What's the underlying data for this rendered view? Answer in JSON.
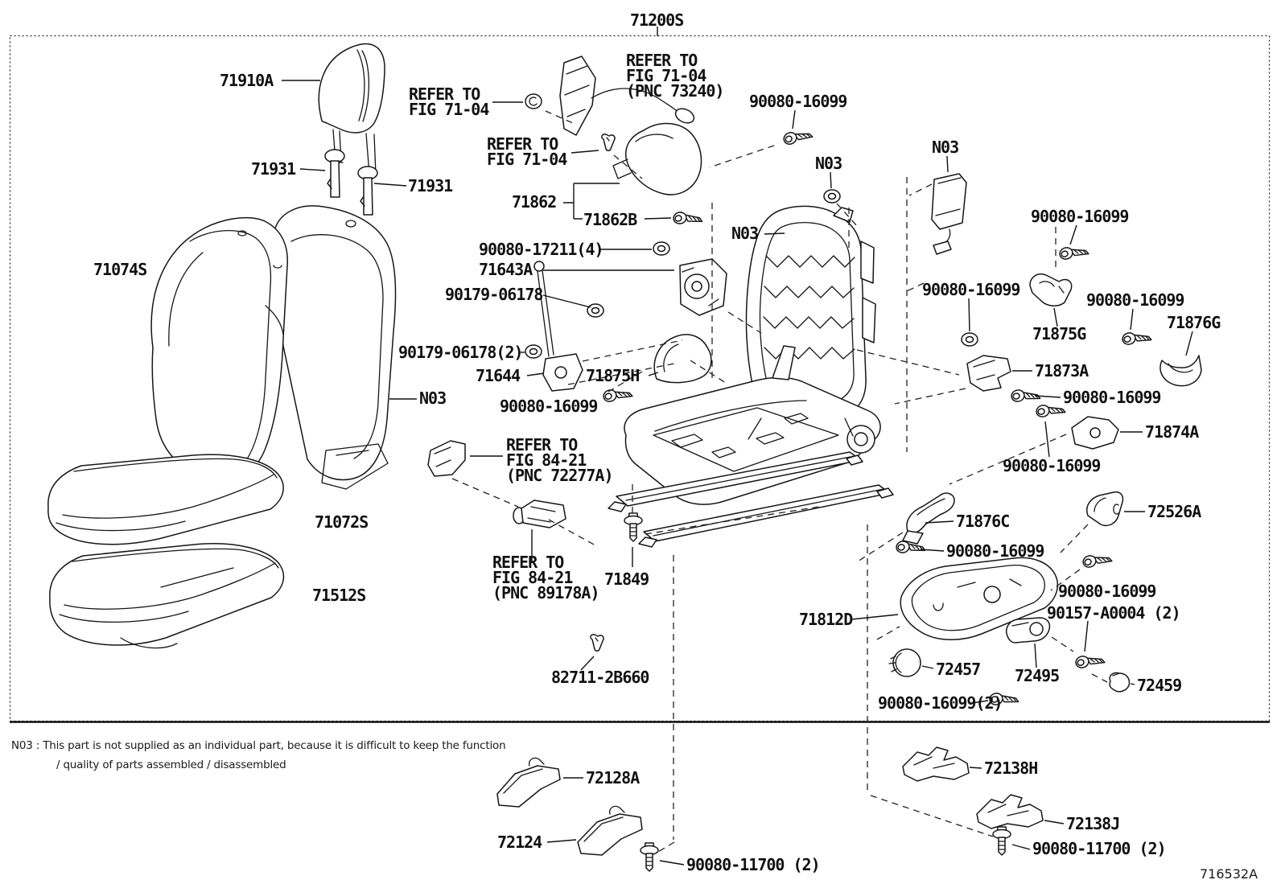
{
  "figure": {
    "assembly_number": "71200S",
    "sheet_code": "716532A",
    "footnote": {
      "line1": "N03 : This part is not supplied as an individual part, because it is difficult to keep the function",
      "line2": "/ quality of parts assembled / disassembled"
    },
    "labels": [
      {
        "text": "71200S"
      },
      {
        "text": "71910A"
      },
      {
        "text": "REFER TO"
      },
      {
        "text": "FIG 71-04"
      },
      {
        "text": "REFER TO"
      },
      {
        "text": "FIG 71-04"
      },
      {
        "text": "(PNC 73240)"
      },
      {
        "text": "90080-16099"
      },
      {
        "text": "REFER TO"
      },
      {
        "text": "FIG 71-04"
      },
      {
        "text": "N03"
      },
      {
        "text": "N03"
      },
      {
        "text": "71931"
      },
      {
        "text": "71931"
      },
      {
        "text": "71862"
      },
      {
        "text": "71862B"
      },
      {
        "text": "N03"
      },
      {
        "text": "90080-17211(4)"
      },
      {
        "text": "71643A"
      },
      {
        "text": "90080-16099"
      },
      {
        "text": "71074S"
      },
      {
        "text": "90179-06178"
      },
      {
        "text": "90080-16099"
      },
      {
        "text": "90080-16099"
      },
      {
        "text": "71876G"
      },
      {
        "text": "71875G"
      },
      {
        "text": "90179-06178(2)"
      },
      {
        "text": "71644"
      },
      {
        "text": "71875H"
      },
      {
        "text": "71873A"
      },
      {
        "text": "N03"
      },
      {
        "text": "90080-16099"
      },
      {
        "text": "90080-16099"
      },
      {
        "text": "71874A"
      },
      {
        "text": "REFER TO"
      },
      {
        "text": "FIG 84-21"
      },
      {
        "text": "(PNC 72277A)"
      },
      {
        "text": "90080-16099"
      },
      {
        "text": "72526A"
      },
      {
        "text": "71072S"
      },
      {
        "text": "71876C"
      },
      {
        "text": "90080-16099"
      },
      {
        "text": "REFER TO"
      },
      {
        "text": "FIG 84-21"
      },
      {
        "text": "71849"
      },
      {
        "text": "(PNC 89178A)"
      },
      {
        "text": "90080-16099"
      },
      {
        "text": "71512S"
      },
      {
        "text": "90157-A0004 (2)"
      },
      {
        "text": "71812D"
      },
      {
        "text": "72457"
      },
      {
        "text": "72495"
      },
      {
        "text": "82711-2B660"
      },
      {
        "text": "72459"
      },
      {
        "text": "90080-16099(2)"
      },
      {
        "text": "72128A"
      },
      {
        "text": "72138H"
      },
      {
        "text": "72138J"
      },
      {
        "text": "72124"
      },
      {
        "text": "90080-11700 (2)"
      },
      {
        "text": "90080-11700 (2)"
      },
      {
        "text": "716532A"
      }
    ]
  }
}
